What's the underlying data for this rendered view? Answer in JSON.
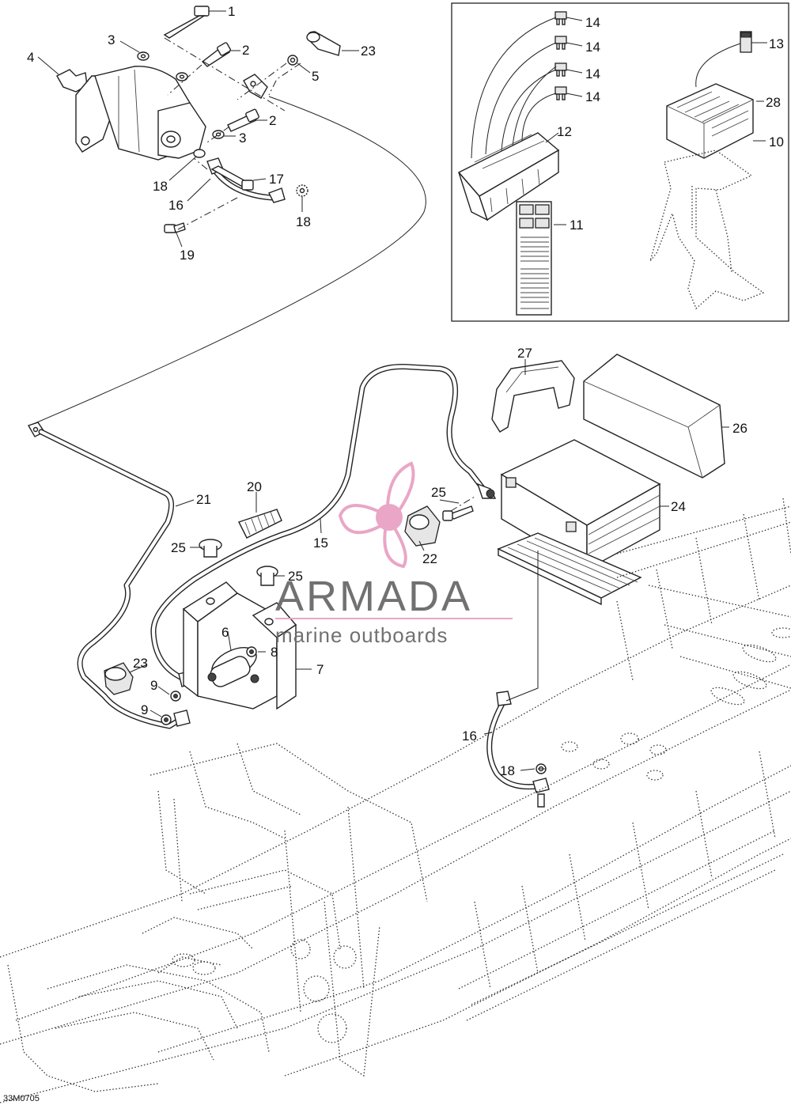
{
  "figure_code": "33M0705",
  "watermark": {
    "brand": "ARMADA",
    "tagline": "marine outboards",
    "accent_color": "#e9a2c4",
    "text_color": "#6a6a6a"
  },
  "callouts": {
    "c1": "1",
    "c2a": "2",
    "c2b": "2",
    "c3a": "3",
    "c3b": "3",
    "c4": "4",
    "c5": "5",
    "c6": "6",
    "c7": "7",
    "c8": "8",
    "c9a": "9",
    "c9b": "9",
    "c10": "10",
    "c11": "11",
    "c12": "12",
    "c13": "13",
    "c14a": "14",
    "c14b": "14",
    "c14c": "14",
    "c14d": "14",
    "c15": "15",
    "c16a": "16",
    "c16b": "16",
    "c17": "17",
    "c18a": "18",
    "c18b": "18",
    "c18c": "18",
    "c19": "19",
    "c20": "20",
    "c21": "21",
    "c22": "22",
    "c23a": "23",
    "c23b": "23",
    "c24": "24",
    "c25a": "25",
    "c25b": "25",
    "c25c": "25",
    "c26": "26",
    "c27": "27",
    "c28": "28"
  }
}
